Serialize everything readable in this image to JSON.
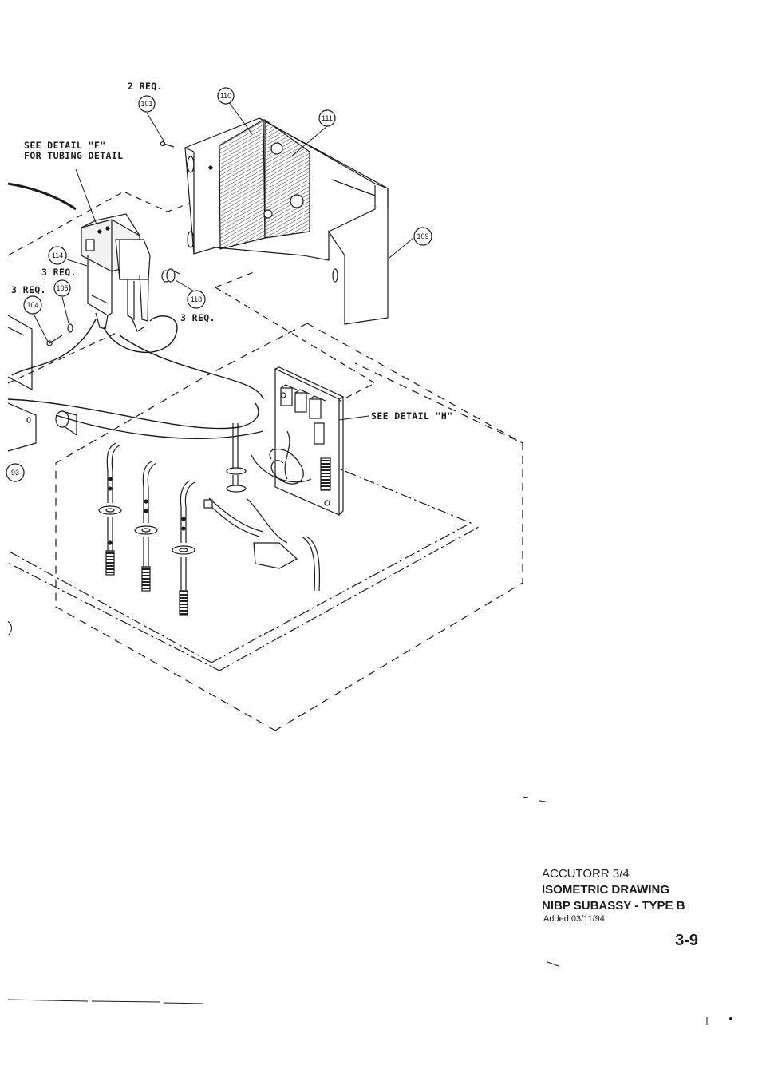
{
  "callouts": {
    "two_req": "2 REQ.",
    "see_detail_f_line1": "SEE DETAIL \"F\"",
    "see_detail_f_line2": "FOR TUBING DETAIL",
    "three_req_a": "3 REQ.",
    "three_req_b": "3 REQ.",
    "three_req_c": "3 REQ.",
    "see_detail_h": "SEE DETAIL \"H\""
  },
  "item_numbers": {
    "n101": "101",
    "n110": "110",
    "n111": "111",
    "n109": "109",
    "n114": "114",
    "n105": "105",
    "n104": "104",
    "n118": "118",
    "n93": "93"
  },
  "title_block": {
    "product": "ACCUTORR 3/4",
    "drawing_type": "ISOMETRIC DRAWING",
    "subassembly": "NIBP SUBASSY - TYPE B",
    "added": "Added  03/11/94",
    "page": "3-9"
  }
}
